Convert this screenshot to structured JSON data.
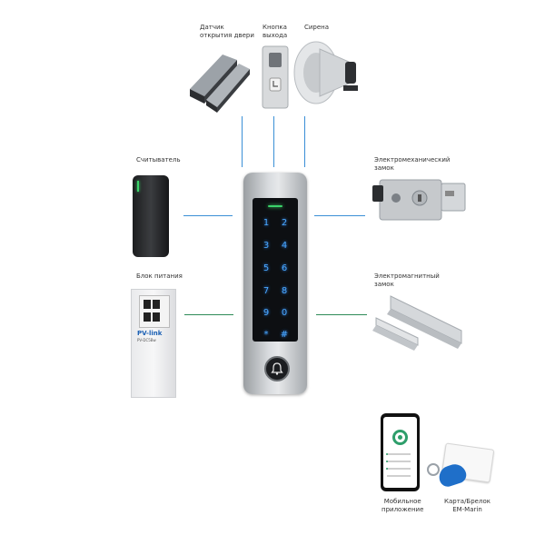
{
  "labels": {
    "door_sensor": [
      "Датчик",
      "открытия двери"
    ],
    "exit_button": [
      "Кнопка",
      "выхода"
    ],
    "siren": [
      "Сирена"
    ],
    "reader": [
      "Считыватель"
    ],
    "electromech_lock": [
      "Электромеханический",
      "замок"
    ],
    "power_supply": [
      "Блок питания"
    ],
    "electromag_lock": [
      "Электромагнитный",
      "замок"
    ],
    "mobile_app": [
      "Мобильное",
      "приложение"
    ],
    "card_fob": [
      "Карта/Брелок",
      "EM-Marin"
    ]
  },
  "keypad": {
    "keys": [
      "1",
      "2",
      "3",
      "4",
      "5",
      "6",
      "7",
      "8",
      "9",
      "0",
      "*",
      "#"
    ]
  },
  "psu": {
    "brand": "PV-link",
    "model": "PV-DC5Bw"
  },
  "colors": {
    "connector_blue": "#3a8fd6",
    "connector_green": "#2e8a57",
    "key_glow": "#4aa8ff"
  }
}
